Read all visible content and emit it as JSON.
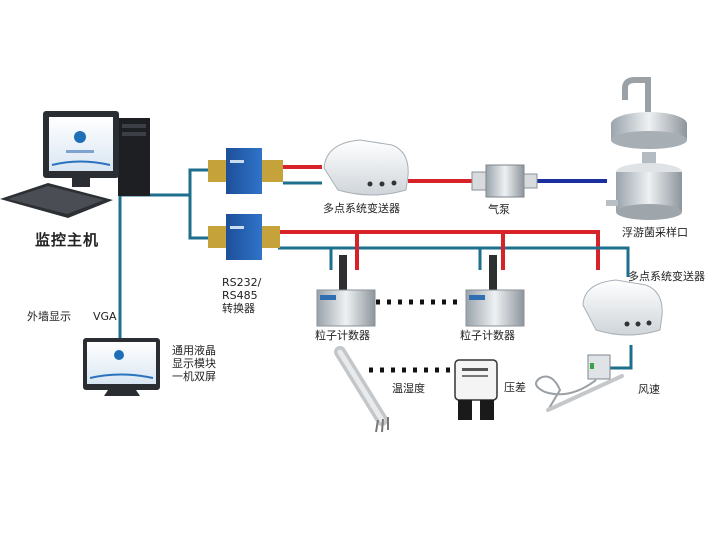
{
  "labels": {
    "host": "监控主机",
    "wall_display": "外墙显示",
    "vga": "VGA",
    "lcd_line1": "通用液晶",
    "lcd_line2": "显示模块",
    "lcd_line3": "一机双屏",
    "converter_line1": "RS232/",
    "converter_line2": "RS485",
    "converter_line3": "转换器",
    "transmitter_top": "多点系统变送器",
    "transmitter_right": "多点系统变送器",
    "pump": "气泵",
    "sampler": "浮游菌采样口",
    "particle_counter_1": "粒子计数器",
    "particle_counter_2": "粒子计数器",
    "temp_humidity": "温湿度",
    "pressure": "压差",
    "wind_speed": "风速"
  },
  "colors": {
    "red_line": "#d8222a",
    "teal_line": "#1e6f8e",
    "blue_line": "#1a2f9e"
  }
}
